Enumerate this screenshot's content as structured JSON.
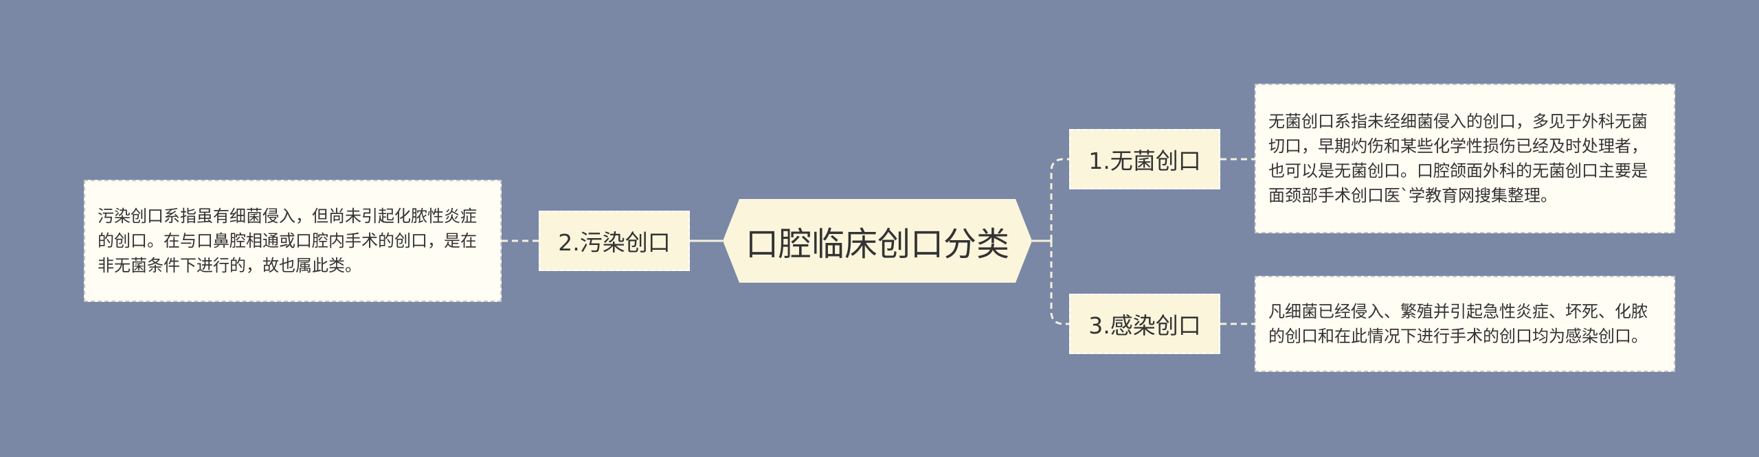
{
  "center": {
    "label": "口腔临床创口分类"
  },
  "branches": [
    {
      "label": "1.无菌创口",
      "detail": "无菌创口系指未经细菌侵入的创口，多见于外科无菌切口，早期灼伤和某些化学性损伤已经及时处理者，也可以是无菌创口。口腔颌面外科的无菌创口主要是面颈部手术创口医`学教育网搜集整理。"
    },
    {
      "label": "2.污染创口",
      "detail": "污染创口系指虽有细菌侵入，但尚未引起化脓性炎症的创口。在与口鼻腔相通或口腔内手术的创口，是在非无菌条件下进行的，故也属此类。"
    },
    {
      "label": "3.感染创口",
      "detail": "凡细菌已经侵入、繁殖并引起急性炎症、坏死、化脓的创口和在此情况下进行手术的创口均为感染创口。"
    }
  ],
  "colors": {
    "background": "#7a88a6",
    "node_fill": "#fbf5dc",
    "leaf_fill": "#fffdf4",
    "connector": "#f5f0dc"
  }
}
